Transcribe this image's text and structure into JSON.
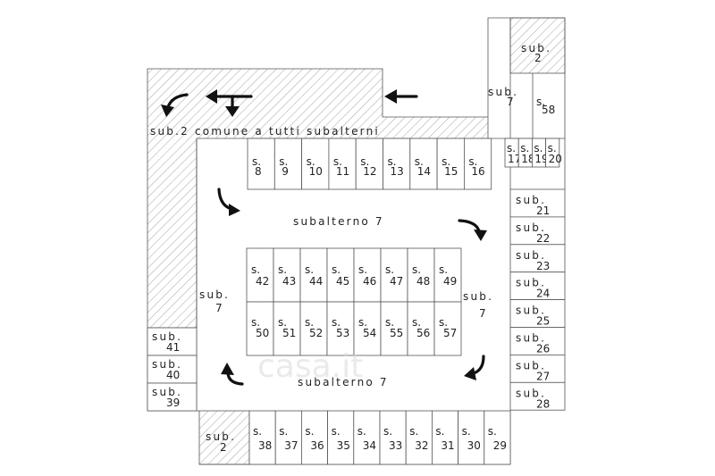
{
  "colors": {
    "line": "#555555",
    "hatch": "#9a9a9a",
    "highlight": "#f6b7ba",
    "arrow": "#111111",
    "text": "#222222"
  },
  "labels": {
    "common_area": "sub.2 comune a tutti subalterni",
    "corridor_top": "subalterno 7",
    "corridor_bottom": "subalterno 7",
    "sub7_left": [
      "sub.",
      "7"
    ],
    "sub7_right": [
      "sub.",
      "7"
    ],
    "sub7_top": [
      "sub.",
      "7"
    ],
    "sub2_top": [
      "sub.",
      "2"
    ],
    "sub2_bottom": [
      "sub.",
      "2"
    ],
    "s58": [
      "s.",
      "58"
    ]
  },
  "stalls": {
    "top_row": [
      "8",
      "9",
      "10",
      "11",
      "12",
      "13",
      "14",
      "15",
      "16"
    ],
    "small_right": [
      "17",
      "18",
      "19",
      "20"
    ],
    "center_top": [
      "42",
      "43",
      "44",
      "45",
      "46",
      "47",
      "48",
      "49"
    ],
    "center_bottom": [
      "50",
      "51",
      "52",
      "53",
      "54",
      "55",
      "56",
      "57"
    ],
    "bottom_row": [
      "38",
      "37",
      "36",
      "35",
      "34",
      "33",
      "32",
      "31",
      "30",
      "29"
    ],
    "right_column": [
      "21",
      "22",
      "23",
      "24",
      "25",
      "26",
      "27",
      "28"
    ],
    "left_column": [
      "41",
      "40",
      "39"
    ],
    "prefix_s": "s.",
    "prefix_sub": "sub.",
    "highlighted": "21"
  },
  "icons": [
    "arrow-left-icon",
    "arrow-curve-icon",
    "arrow-split-icon"
  ],
  "watermark": "casa.it"
}
